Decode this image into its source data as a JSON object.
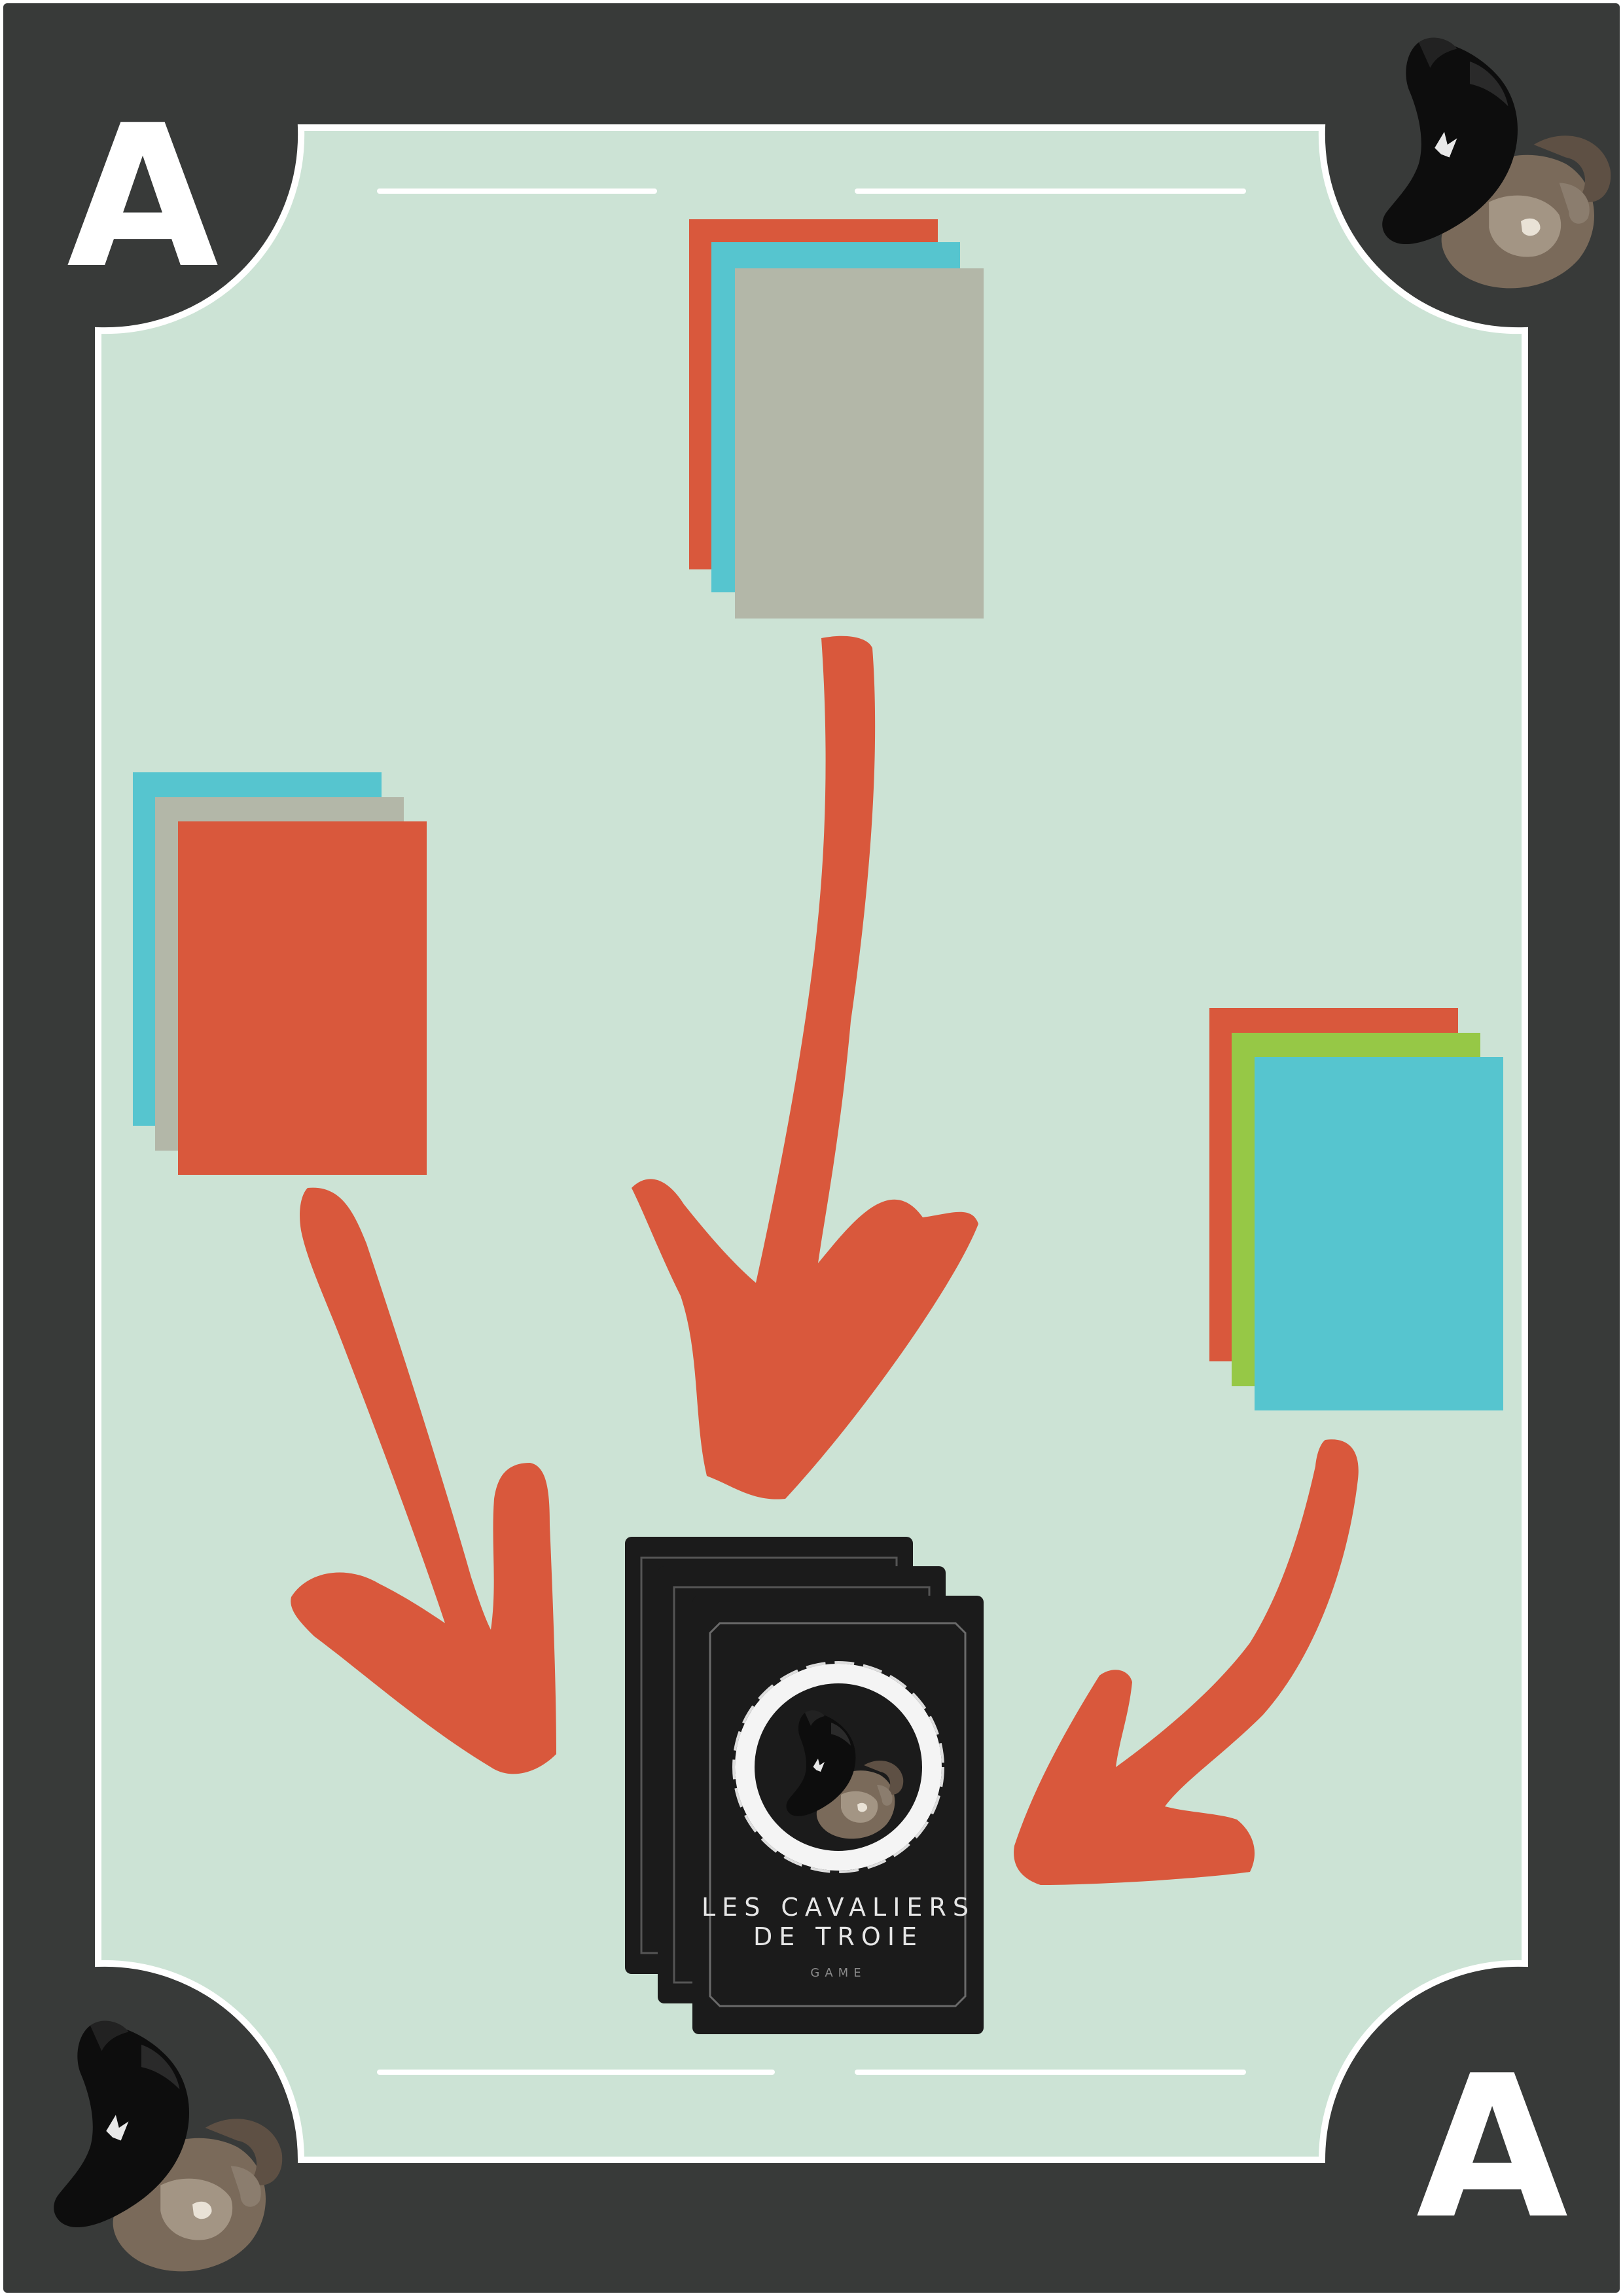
{
  "colors": {
    "frame": "#383a39",
    "table": "#cce3d5",
    "red": "#d9583c",
    "cyan": "#56c5cf",
    "grey": "#b3b7a8",
    "green": "#96c846",
    "deck": "#1b1b1b",
    "ring": "#f4f4f4"
  },
  "corners": {
    "top_left_letter": "A",
    "bottom_right_letter": "A",
    "top_right_icon": "horse-heads-emblem-icon",
    "bottom_left_icon": "horse-heads-emblem-icon"
  },
  "piles": {
    "top": [
      "red",
      "cyan",
      "grey"
    ],
    "left": [
      "cyan",
      "grey",
      "red"
    ],
    "right": [
      "red",
      "green",
      "cyan"
    ]
  },
  "deck": {
    "title_line1": "LES CAVALIERS",
    "title_line2": "DE TROIE",
    "subtitle": "GAME",
    "emblem_icon": "horse-heads-ring-icon"
  }
}
